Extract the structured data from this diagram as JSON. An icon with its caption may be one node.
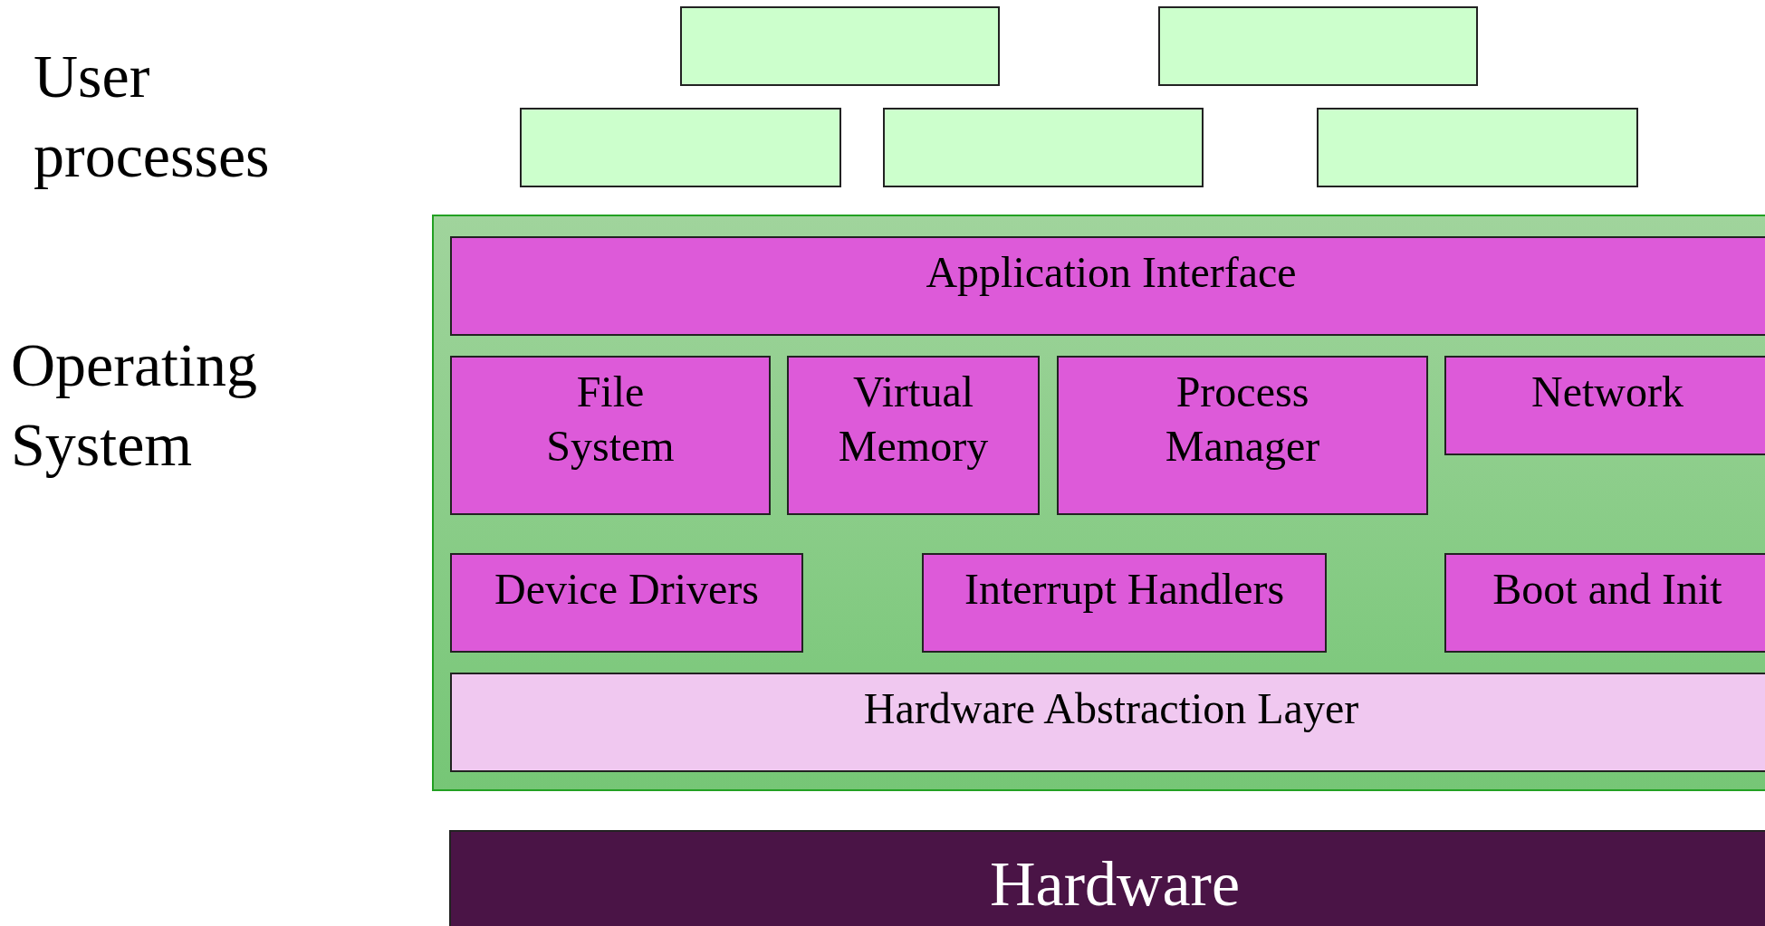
{
  "diagram": {
    "nodes": [
      {
        "text": [],
        "shape": "box"
      },
      {
        "text": [],
        "shape": "box"
      },
      {
        "text": [],
        "shape": "box"
      },
      {
        "text": [],
        "shape": "box"
      },
      {
        "text": [],
        "shape": "box"
      },
      {
        "text": [
          "Operating System"
        ]
      },
      {
        "text": [
          "Application Interface"
        ],
        "in": 5
      },
      {
        "text": [
          "File System"
        ],
        "in": 5
      },
      {
        "text": [
          "Virtual Memory"
        ],
        "in": 5
      },
      {
        "text": [
          "Process Manager"
        ],
        "in": 5
      },
      {
        "text": [
          "Network"
        ],
        "in": 5
      },
      {
        "text": [
          "Device Drivers"
        ],
        "in": 5
      },
      {
        "text": [
          "Interrupt Handlers"
        ],
        "in": 5
      },
      {
        "text": [
          "Boot and Init"
        ],
        "in": 5
      },
      {
        "text": [
          "Hardware Abstraction Layer"
        ],
        "in": 5
      },
      {
        "text": [
          "Hardware"
        ]
      }
    ],
    "labels": [
      "User processes"
    ]
  }
}
